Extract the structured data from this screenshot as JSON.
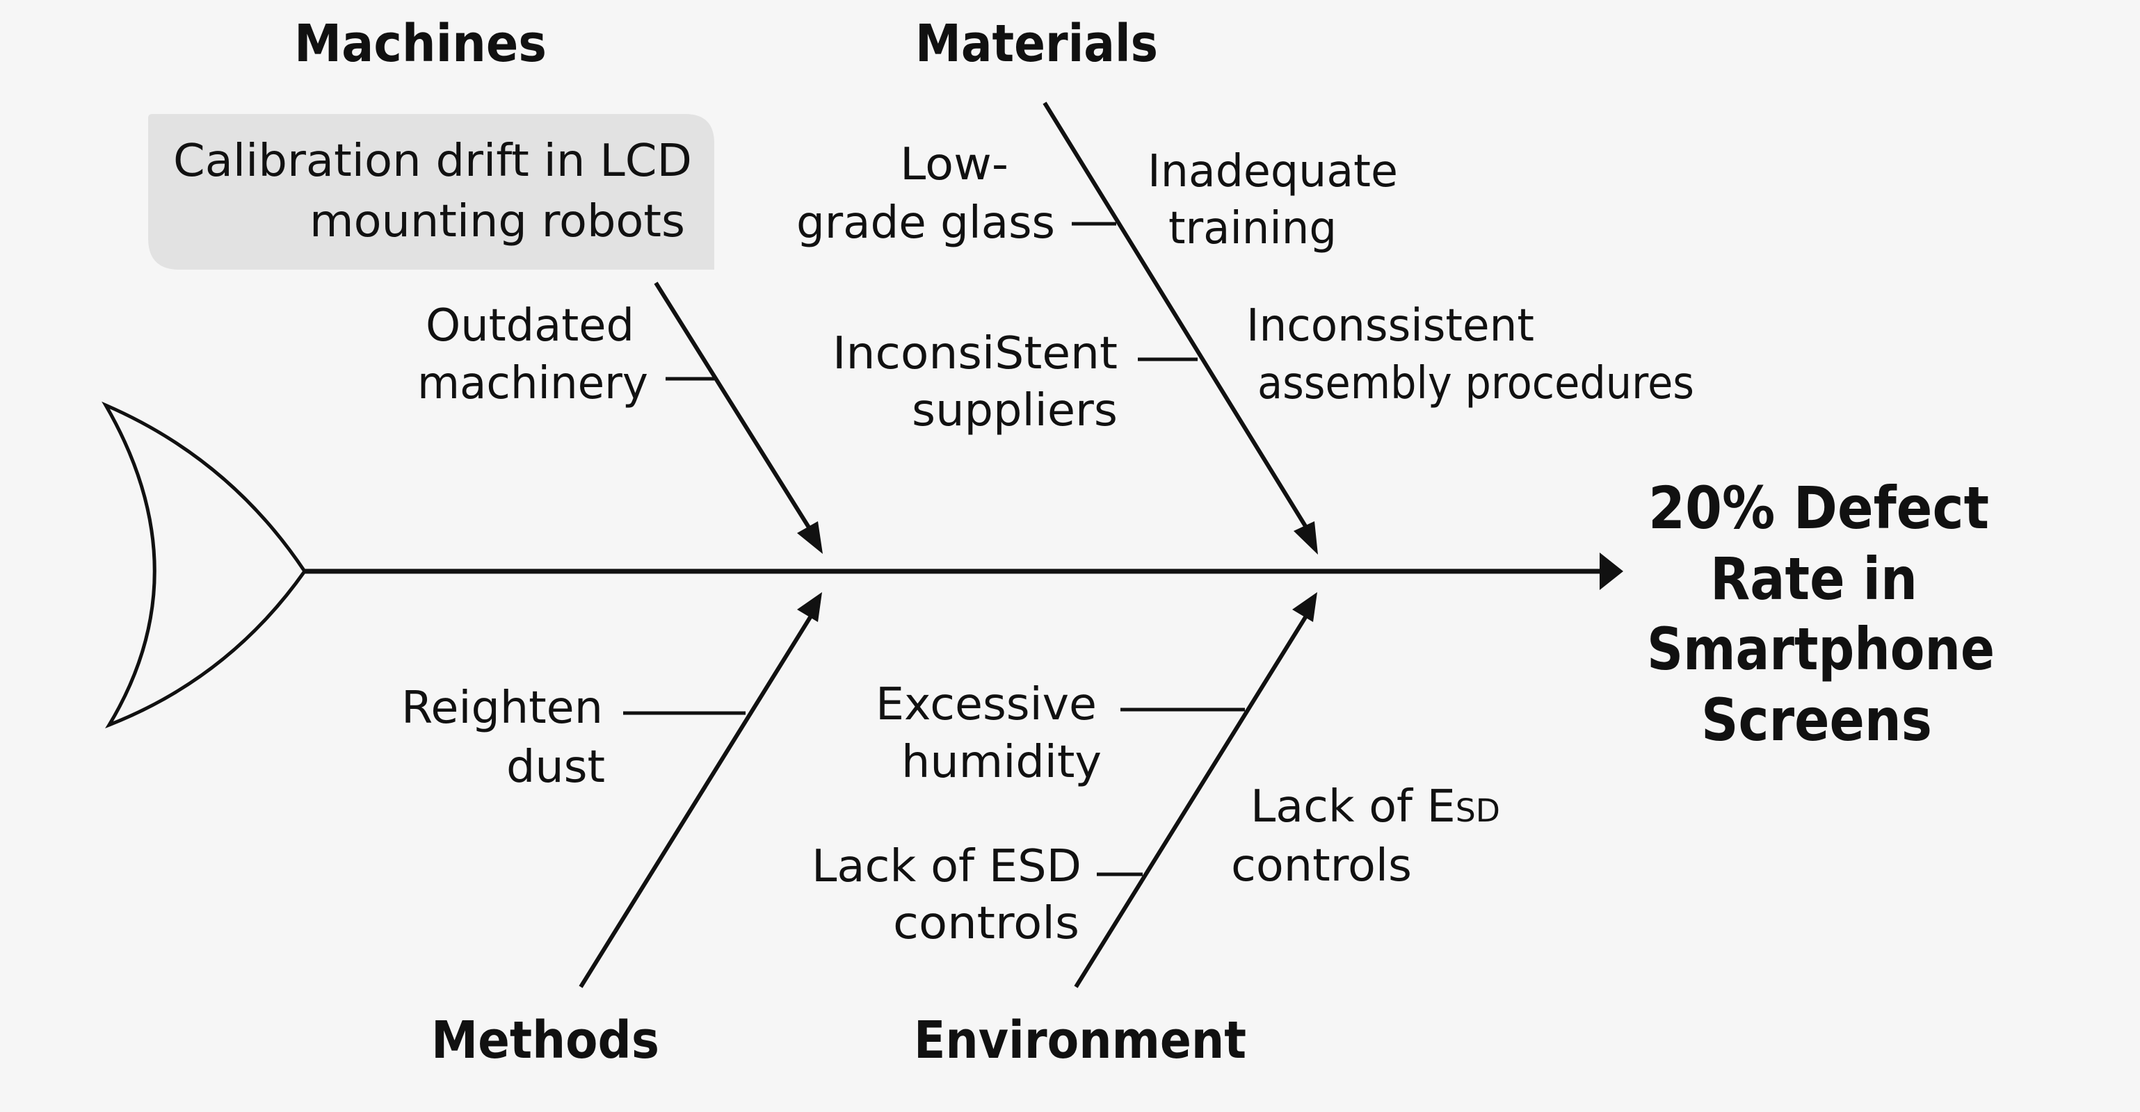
{
  "diagram": {
    "type": "fishbone",
    "effect": {
      "lines": [
        "20% Defect",
        "Rate in",
        "Smartphone",
        "Screens"
      ]
    },
    "categories": {
      "machines": {
        "label": "Machines",
        "highlighted_cause": {
          "lines": [
            "Calibration drift in LCD",
            "mounting robots"
          ]
        },
        "causes": [
          {
            "lines": [
              "Outdated",
              "machinery"
            ]
          }
        ]
      },
      "materials": {
        "label": "Materials",
        "causes": [
          {
            "lines": [
              "Low-",
              "grade glass"
            ]
          },
          {
            "lines": [
              "InconsiStent",
              "suppliers"
            ]
          }
        ],
        "side_notes": [
          {
            "lines": [
              "Inadequate",
              "training"
            ]
          },
          {
            "lines": [
              "Inconssistent",
              "assembly procedures"
            ]
          }
        ]
      },
      "methods": {
        "label": "Methods",
        "causes": [
          {
            "lines": [
              "Reighten",
              "dust"
            ]
          }
        ]
      },
      "environment": {
        "label": "Environment",
        "causes": [
          {
            "lines": [
              "Excessive",
              "humidity"
            ]
          },
          {
            "lines": [
              "Lack of ESD",
              "controls"
            ]
          }
        ],
        "side_notes": [
          {
            "line1_prefix": "Lack of E",
            "line1_smallcaps": "sd",
            "line2": "controls"
          }
        ]
      }
    },
    "colors": {
      "background": "#f6f6f6",
      "ink": "#111111",
      "highlight_box": "#e2e2e2"
    }
  }
}
